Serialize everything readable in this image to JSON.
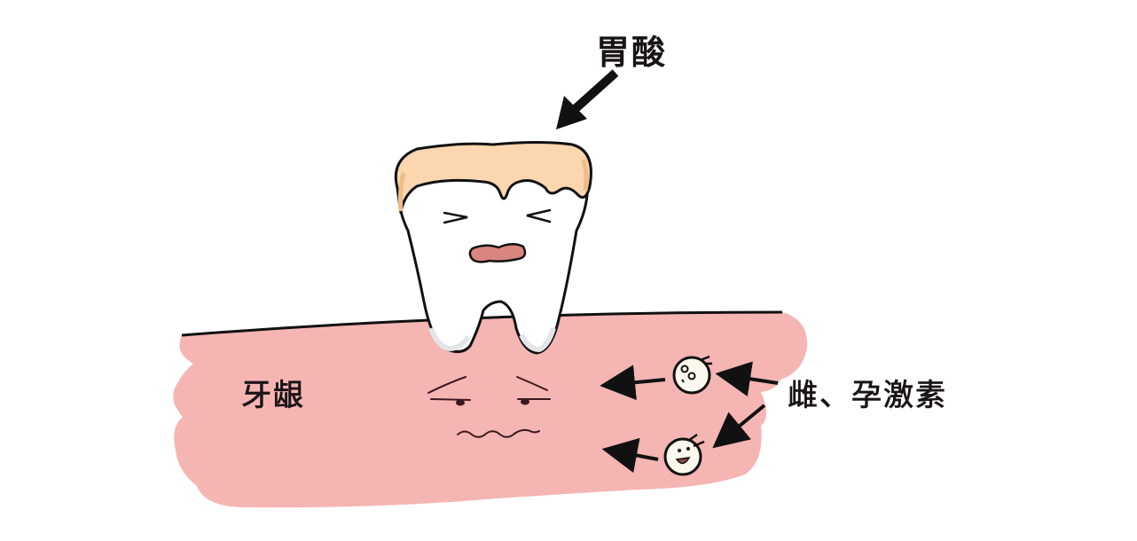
{
  "labels": {
    "stomach_acid": "胃酸",
    "gum": "牙龈",
    "hormones": "雌、孕激素"
  },
  "colors": {
    "background": "#ffffff",
    "gum_fill": "#f5b5b3",
    "tooth_fill": "#ffffff",
    "tooth_shadow": "#e3e6e8",
    "enamel_eroded": "#fbd6ae",
    "enamel_shade": "#eebd88",
    "mouth_fill": "#d98580",
    "outline": "#111111",
    "hormone_face_fill": "#fbf8ee"
  },
  "elements": {
    "tooth_expression": "squinting-pain",
    "gum_expression": "worried",
    "hormone_characters": 2
  }
}
